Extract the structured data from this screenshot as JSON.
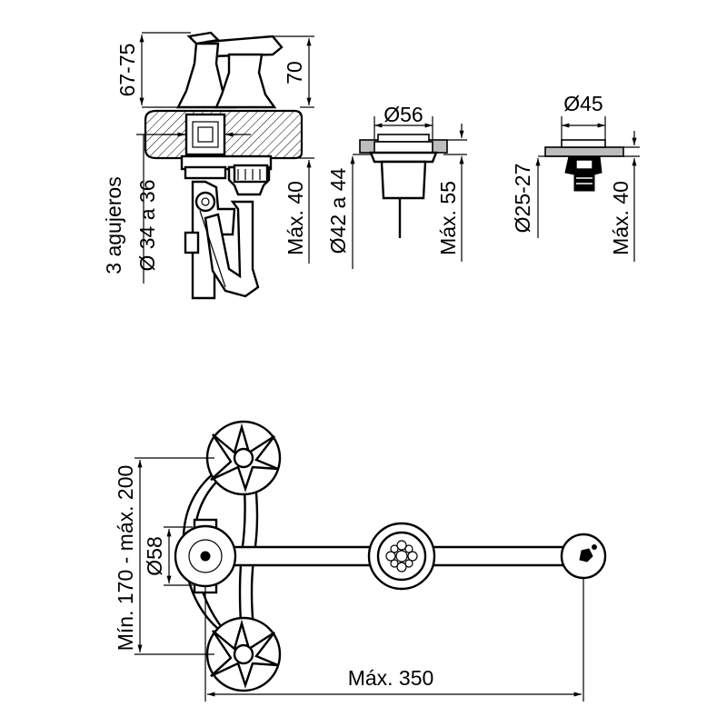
{
  "dimensions": {
    "top_height_range": "67-75",
    "top_height": "70",
    "holes_label": "3 agujeros",
    "holes_diameter": "Ø 34 a 36",
    "body_max_depth": "Máx. 40",
    "drain_diameter": "Ø56",
    "drain_hole_range": "Ø42 a 44",
    "drain_max_depth": "Máx. 55",
    "cap_diameter": "Ø45",
    "cap_hole_range": "Ø25-27",
    "cap_max_depth": "Máx. 40",
    "spread_range": "Mín. 170 - máx. 200",
    "hub_diameter": "Ø58",
    "max_length": "Máx. 350"
  }
}
